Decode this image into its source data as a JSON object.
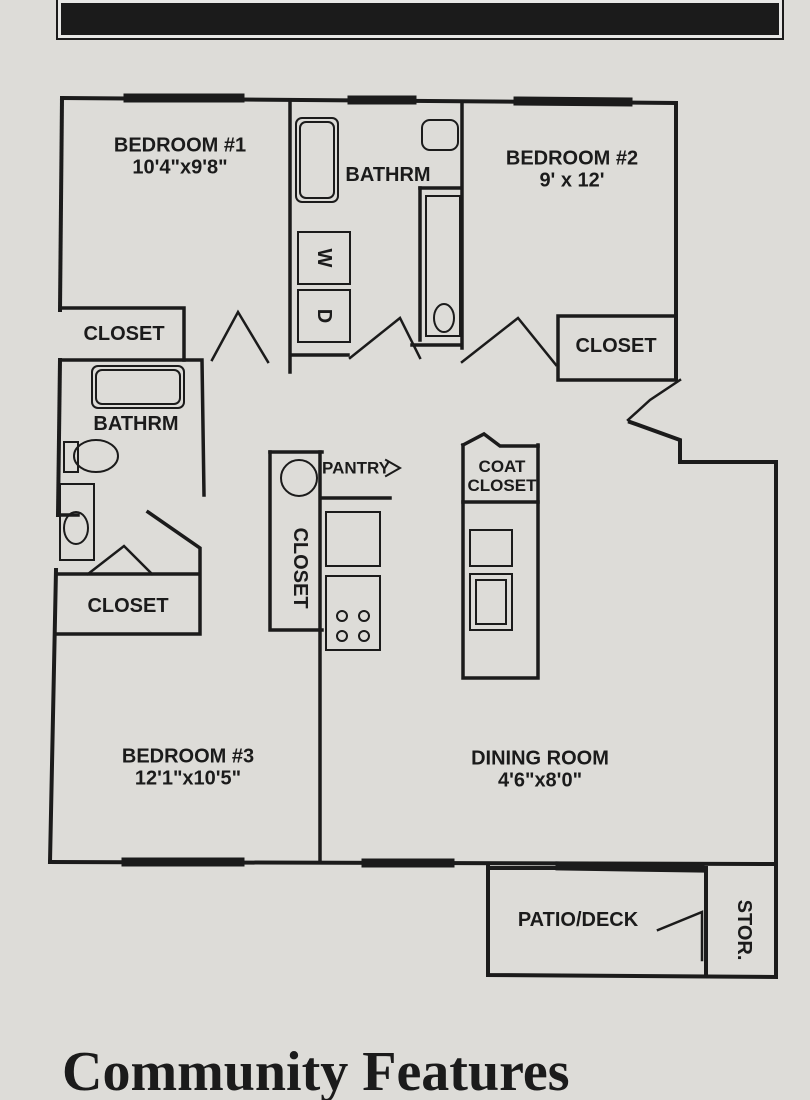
{
  "plan": {
    "rooms": {
      "bedroom1": {
        "name": "BEDROOM #1",
        "size": "10'4\"x9'8\""
      },
      "bedroom2": {
        "name": "BEDROOM #2",
        "size": "9' x 12'"
      },
      "bedroom3": {
        "name": "BEDROOM #3",
        "size": "12'1\"x10'5\""
      },
      "dining": {
        "name": "DINING ROOM",
        "size": "4'6\"x8'0\""
      },
      "bath_top": "BATHRM",
      "bath_left": "BATHRM",
      "closet_bed1": "CLOSET",
      "closet_bed2": "CLOSET",
      "closet_bed3": "CLOSET",
      "closet_hall": "CLOSET",
      "coat_closet_line1": "COAT",
      "coat_closet_line2": "CLOSET",
      "pantry": "PANTRY",
      "patio": "PATIO/DECK",
      "storage": "STOR."
    },
    "appliances": {
      "washer": "W",
      "dryer": "D"
    }
  },
  "footer": {
    "text": "Community Features"
  }
}
